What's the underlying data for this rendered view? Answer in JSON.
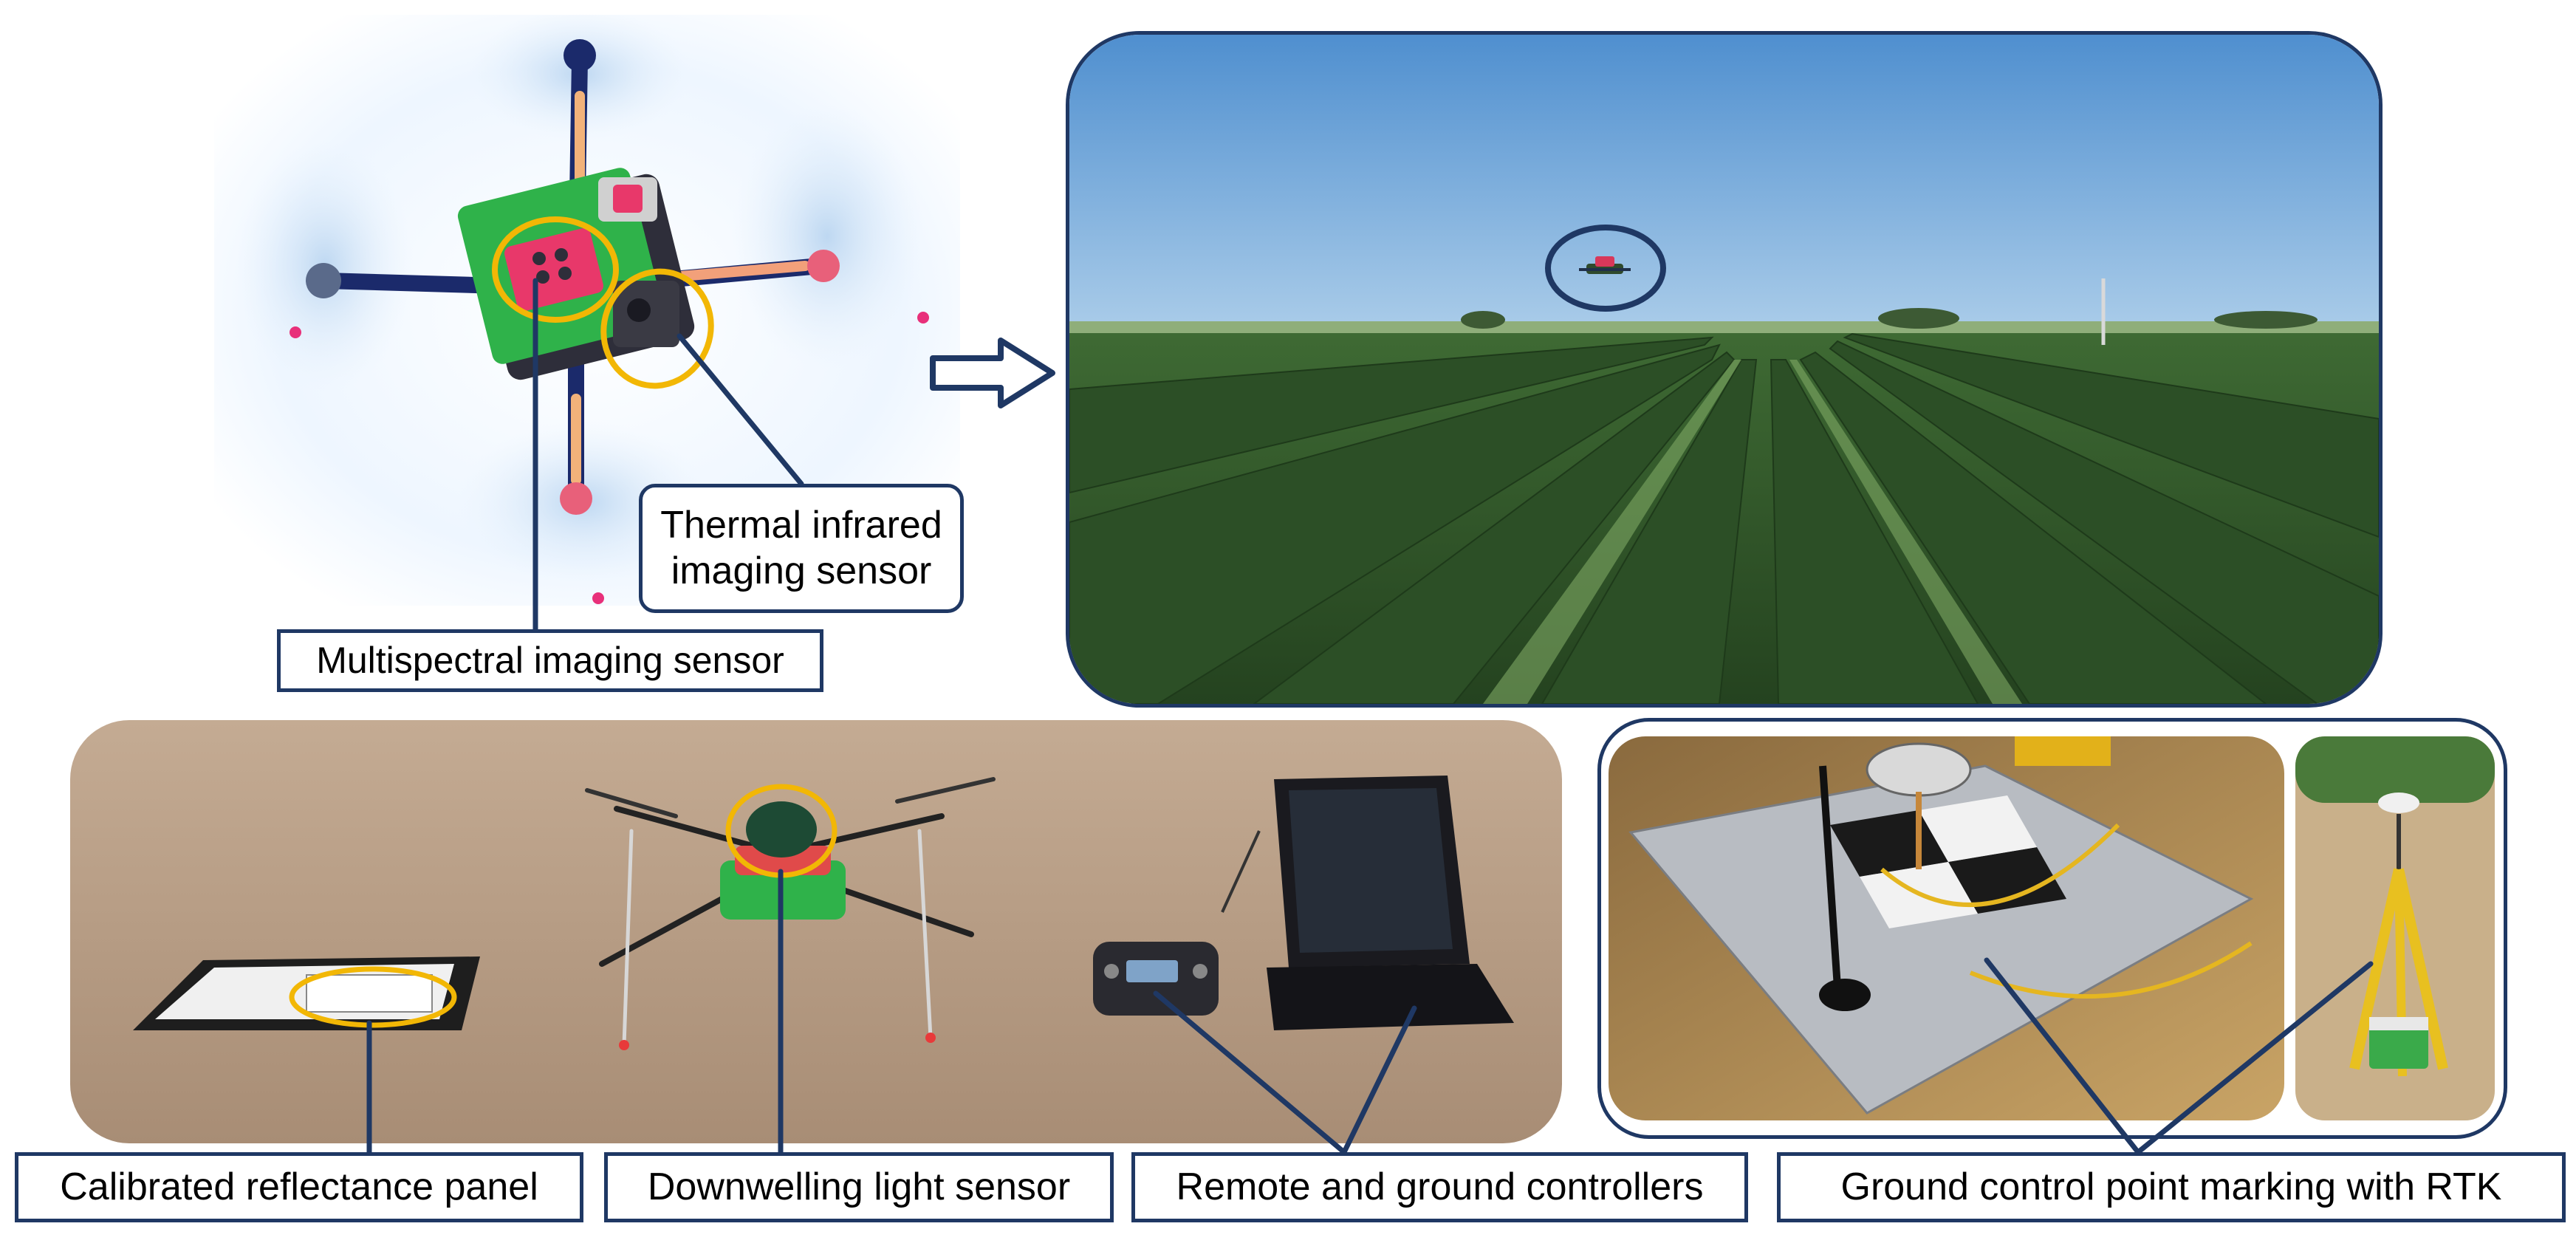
{
  "labels": {
    "thermal_line1": "Thermal infrared",
    "thermal_line2": "imaging sensor",
    "multispectral": "Multispectral imaging sensor",
    "calibrated_panel": "Calibrated reflectance panel",
    "downwelling": "Downwelling light sensor",
    "controllers": "Remote and ground controllers",
    "gcp_rtk": "Ground control point marking with RTK"
  },
  "colors": {
    "label_border": "#1f3864",
    "arrow_line": "#1f3864",
    "highlight_ring": "#f2b705",
    "sky": "#6fa6d8",
    "canopy": "#2f5a2c",
    "soil": "#b49c86"
  },
  "icons": {
    "flow_arrow": "hollow-right-arrow",
    "drone_marker": "circle-marker"
  }
}
